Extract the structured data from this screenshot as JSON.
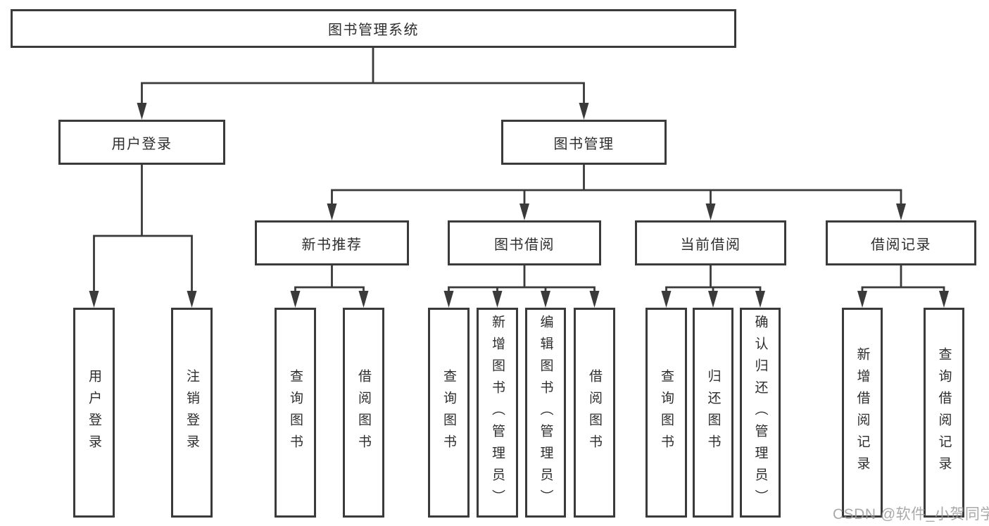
{
  "diagram": {
    "root": {
      "label": "图书管理系统"
    },
    "level2": {
      "user": {
        "label": "用户登录",
        "children": [
          "用户登录",
          "注销登录"
        ]
      },
      "books": {
        "label": "图书管理"
      }
    },
    "level3": {
      "new_books": {
        "label": "新书推荐",
        "children": [
          "查询图书",
          "借阅图书"
        ]
      },
      "borrow": {
        "label": "图书借阅",
        "children": [
          "查询图书",
          "新增图书（管理员）",
          "编辑图书（管理员）",
          "借阅图书"
        ]
      },
      "current": {
        "label": "当前借阅",
        "children": [
          "查询图书",
          "归还图书",
          "确认归还（管理员）"
        ]
      },
      "records": {
        "label": "借阅记录",
        "children": [
          "新增借阅记录",
          "查询借阅记录"
        ]
      }
    }
  },
  "watermark": {
    "text": "CSDN @软件_小贺同学"
  },
  "colors": {
    "line": "#3a3a3a",
    "text": "#2e2e2e",
    "watermark": "#9b9b9b"
  }
}
